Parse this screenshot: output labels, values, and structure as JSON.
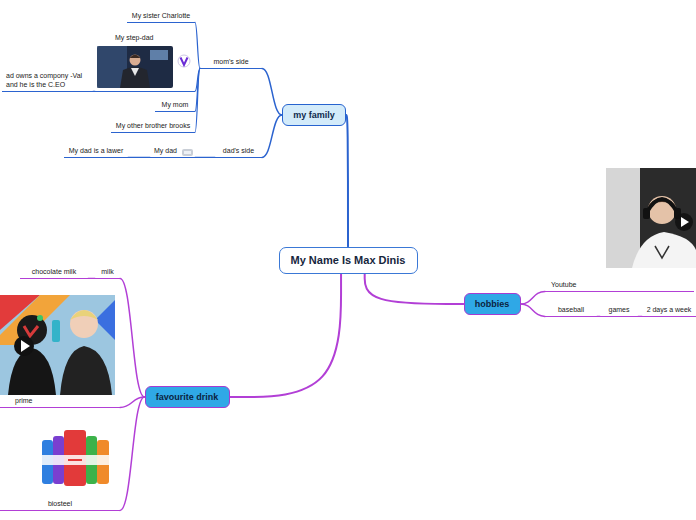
{
  "diagram": {
    "nodes": [
      {
        "text": [
          "My Name Is Max Dinis"
        ]
      },
      {
        "text": [
          "my family"
        ]
      },
      {
        "text": [
          "mom's side"
        ]
      },
      {
        "text": [
          "My sister Charlotte"
        ]
      },
      {
        "text": [
          "My step-dad"
        ]
      },
      {
        "text": [
          "ad owns a compony -Val and he is the C.EO"
        ]
      },
      {
        "text": [
          "My mom"
        ]
      },
      {
        "text": [
          "My other brother brooks"
        ]
      },
      {
        "text": [
          "dad's side"
        ]
      },
      {
        "text": [
          "My dad"
        ]
      },
      {
        "text": [
          "My dad is a lawer"
        ]
      },
      {
        "text": [
          "hobbies"
        ]
      },
      {
        "text": [
          "Youtube"
        ]
      },
      {
        "text": [
          "baseball"
        ]
      },
      {
        "text": [
          "games"
        ]
      },
      {
        "text": [
          "2 days a week"
        ]
      },
      {
        "text": [
          "favourite drink"
        ]
      },
      {
        "text": [
          "milk"
        ]
      },
      {
        "text": [
          "chocolate milk"
        ]
      },
      {
        "text": [
          "prime"
        ]
      },
      {
        "text": [
          "biosteel"
        ]
      }
    ],
    "edges": [
      {
        "from": 0,
        "to": 1,
        "arrow": "none"
      },
      {
        "from": 1,
        "to": 2,
        "arrow": "none"
      },
      {
        "from": 2,
        "to": 3,
        "arrow": "none"
      },
      {
        "from": 2,
        "to": 4,
        "arrow": "none"
      },
      {
        "from": 4,
        "to": 5,
        "arrow": "none"
      },
      {
        "from": 2,
        "to": 6,
        "arrow": "none"
      },
      {
        "from": 2,
        "to": 7,
        "arrow": "none"
      },
      {
        "from": 1,
        "to": 8,
        "arrow": "none"
      },
      {
        "from": 8,
        "to": 9,
        "arrow": "none"
      },
      {
        "from": 9,
        "to": 10,
        "arrow": "none"
      },
      {
        "from": 0,
        "to": 11,
        "arrow": "none"
      },
      {
        "from": 11,
        "to": 12,
        "arrow": "none"
      },
      {
        "from": 11,
        "to": 13,
        "arrow": "none"
      },
      {
        "from": 13,
        "to": 14,
        "arrow": "none"
      },
      {
        "from": 14,
        "to": 15,
        "arrow": "none"
      },
      {
        "from": 0,
        "to": 16,
        "arrow": "none"
      },
      {
        "from": 16,
        "to": 17,
        "arrow": "none"
      },
      {
        "from": 17,
        "to": 18,
        "arrow": "none"
      },
      {
        "from": 16,
        "to": 19,
        "arrow": "none"
      },
      {
        "from": 16,
        "to": 20,
        "arrow": "none"
      }
    ]
  }
}
